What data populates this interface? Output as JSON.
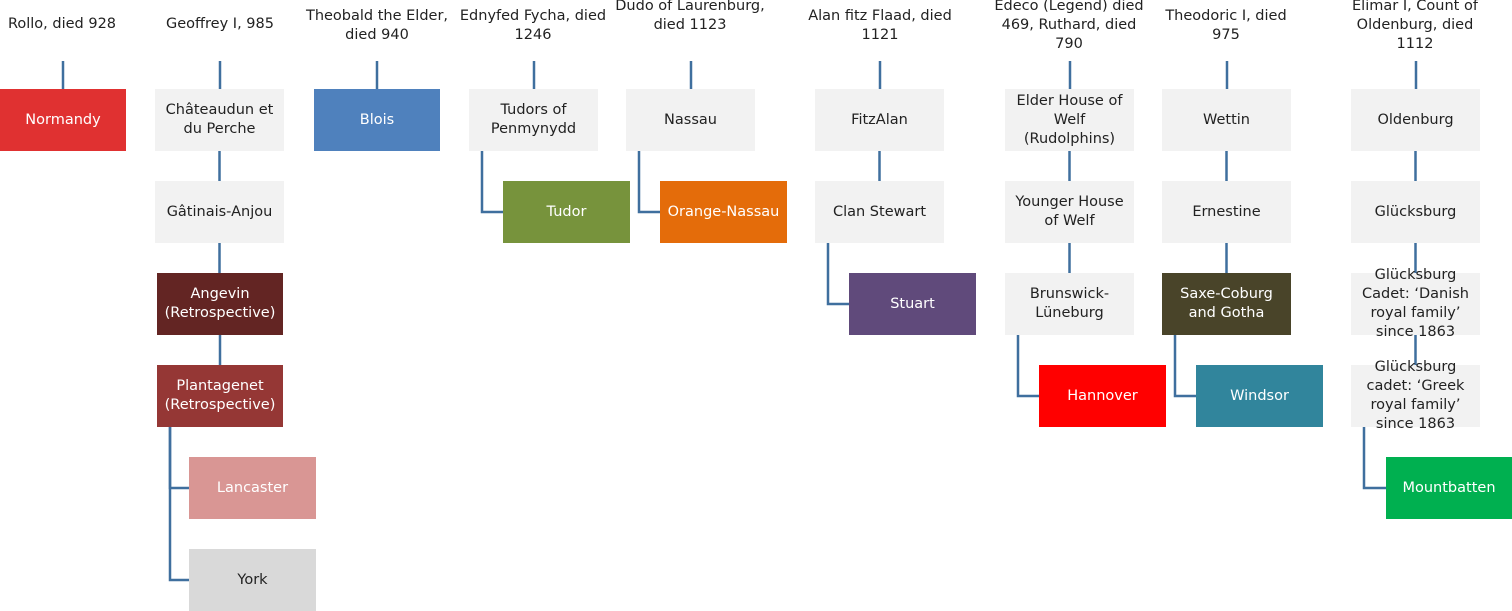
{
  "colors": {
    "connector": "#3f6f9e",
    "plain_box": "#f2f2f2",
    "normandy": "#e03131",
    "blois": "#4f81bd",
    "tudor": "#77933c",
    "orange_nassau": "#e46c0a",
    "stuart": "#604a7b",
    "angevin": "#632523",
    "plantagenet": "#953735",
    "lancaster": "#d99694",
    "york": "#d9d9d9",
    "hannover": "#ff0000",
    "saxe_coburg": "#494429",
    "windsor": "#31859c",
    "mountbatten": "#00b050"
  },
  "founders": [
    {
      "id": "rollo",
      "text": "Rollo, died 928"
    },
    {
      "id": "geoffrey",
      "text": "Geoffrey I, 985"
    },
    {
      "id": "theobald",
      "text": "Theobald the Elder, died 940"
    },
    {
      "id": "ednyfed",
      "text": "Ednyfed Fycha, died 1246"
    },
    {
      "id": "dudo",
      "text": "Dudo of Laurenburg, died 1123"
    },
    {
      "id": "alan",
      "text": "Alan fitz Flaad, died 1121"
    },
    {
      "id": "edeco",
      "text": "Edeco (Legend) died 469, Ruthard, died 790"
    },
    {
      "id": "theodoric",
      "text": "Theodoric I, died 975"
    },
    {
      "id": "elimar",
      "text": "Elimar I, Count of Oldenburg, died 1112"
    }
  ],
  "houses": [
    {
      "id": "normandy",
      "label": "Normandy"
    },
    {
      "id": "chateaudun",
      "label": "Châteaudun et du Perche"
    },
    {
      "id": "gatinais",
      "label": "Gâtinais-Anjou"
    },
    {
      "id": "angevin",
      "label": "Angevin (Retrospective)"
    },
    {
      "id": "plantagenet",
      "label": "Plantagenet (Retrospective)"
    },
    {
      "id": "lancaster",
      "label": "Lancaster"
    },
    {
      "id": "york",
      "label": "York"
    },
    {
      "id": "blois",
      "label": "Blois"
    },
    {
      "id": "tudors_penmynydd",
      "label": "Tudors of Penmynydd"
    },
    {
      "id": "tudor",
      "label": "Tudor"
    },
    {
      "id": "nassau",
      "label": "Nassau"
    },
    {
      "id": "orange_nassau",
      "label": "Orange-Nassau"
    },
    {
      "id": "fitzalan",
      "label": "FitzAlan"
    },
    {
      "id": "clan_stewart",
      "label": "Clan Stewart"
    },
    {
      "id": "stuart",
      "label": "Stuart"
    },
    {
      "id": "elder_welf",
      "label": "Elder House of Welf (Rudolphins)"
    },
    {
      "id": "younger_welf",
      "label": "Younger House of Welf"
    },
    {
      "id": "brunswick",
      "label": "Brunswick-Lüneburg"
    },
    {
      "id": "hannover",
      "label": "Hannover"
    },
    {
      "id": "wettin",
      "label": "Wettin"
    },
    {
      "id": "ernestine",
      "label": "Ernestine"
    },
    {
      "id": "saxe_coburg",
      "label": "Saxe-Coburg and Gotha"
    },
    {
      "id": "windsor",
      "label": "Windsor"
    },
    {
      "id": "oldenburg",
      "label": "Oldenburg"
    },
    {
      "id": "glucksburg",
      "label": "Glücksburg"
    },
    {
      "id": "glucksburg_danish",
      "label": "Glücksburg Cadet: ‘Danish royal family’ since 1863"
    },
    {
      "id": "glucksburg_greek",
      "label": "Glücksburg cadet: ‘Greek royal family’ since 1863"
    },
    {
      "id": "mountbatten",
      "label": "Mountbatten"
    }
  ],
  "connections": [
    [
      "rollo",
      "normandy"
    ],
    [
      "geoffrey",
      "chateaudun"
    ],
    [
      "chateaudun",
      "gatinais"
    ],
    [
      "gatinais",
      "angevin"
    ],
    [
      "angevin",
      "plantagenet"
    ],
    [
      "plantagenet",
      "lancaster"
    ],
    [
      "plantagenet",
      "york"
    ],
    [
      "theobald",
      "blois"
    ],
    [
      "ednyfed",
      "tudors_penmynydd"
    ],
    [
      "tudors_penmynydd",
      "tudor"
    ],
    [
      "dudo",
      "nassau"
    ],
    [
      "nassau",
      "orange_nassau"
    ],
    [
      "alan",
      "fitzalan"
    ],
    [
      "fitzalan",
      "clan_stewart"
    ],
    [
      "clan_stewart",
      "stuart"
    ],
    [
      "edeco",
      "elder_welf"
    ],
    [
      "elder_welf",
      "younger_welf"
    ],
    [
      "younger_welf",
      "brunswick"
    ],
    [
      "brunswick",
      "hannover"
    ],
    [
      "theodoric",
      "wettin"
    ],
    [
      "wettin",
      "ernestine"
    ],
    [
      "ernestine",
      "saxe_coburg"
    ],
    [
      "saxe_coburg",
      "windsor"
    ],
    [
      "elimar",
      "oldenburg"
    ],
    [
      "oldenburg",
      "glucksburg"
    ],
    [
      "glucksburg",
      "glucksburg_danish"
    ],
    [
      "glucksburg_danish",
      "glucksburg_greek"
    ],
    [
      "glucksburg_greek",
      "mountbatten"
    ]
  ]
}
